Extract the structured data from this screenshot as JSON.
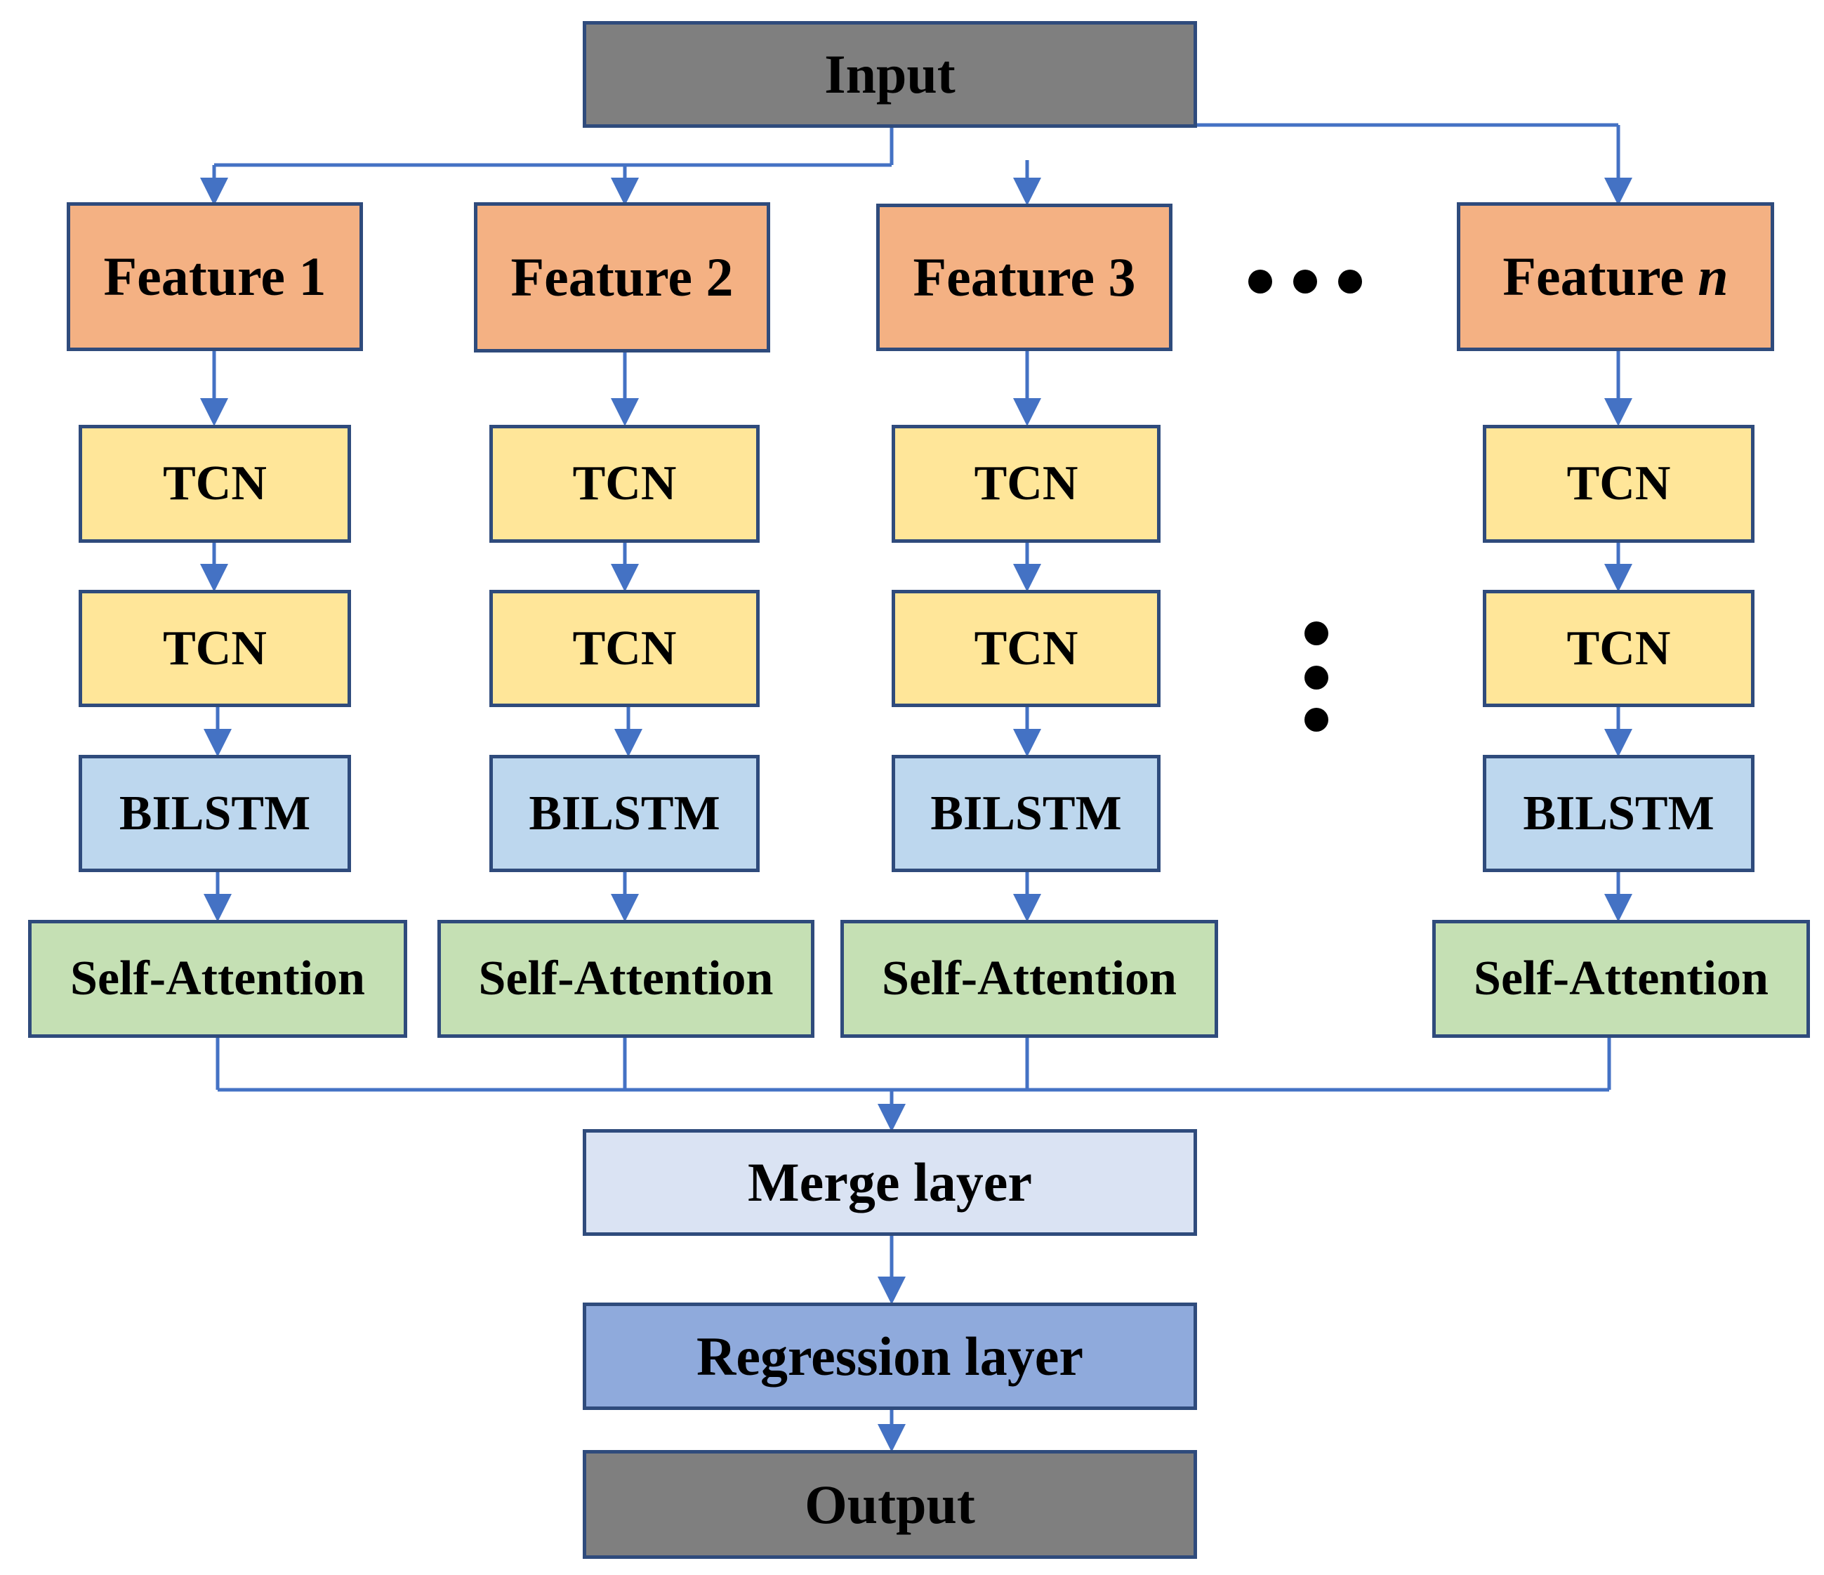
{
  "diagram": {
    "input_label": "Input",
    "features": [
      {
        "prefix": "Feature ",
        "index": "1"
      },
      {
        "prefix": "Feature ",
        "index": "2"
      },
      {
        "prefix": "Feature ",
        "index": "3"
      },
      {
        "prefix": "Feature ",
        "index": "n"
      }
    ],
    "tcn_label": "TCN",
    "bilstm_label": "BILSTM",
    "attention_label": "Self-Attention",
    "merge_label": "Merge layer",
    "regression_label": "Regression layer",
    "output_label": "Output"
  },
  "colors": {
    "arrow": "#4472c4",
    "border": "#2f4b7c",
    "io_fill": "#7f7f7f",
    "feature_fill": "#f4b183",
    "tcn_fill": "#ffe699",
    "bilstm_fill": "#bdd7ee",
    "attention_fill": "#c5e0b4",
    "merge_fill": "#dae3f3",
    "regression_fill": "#8faadc"
  }
}
